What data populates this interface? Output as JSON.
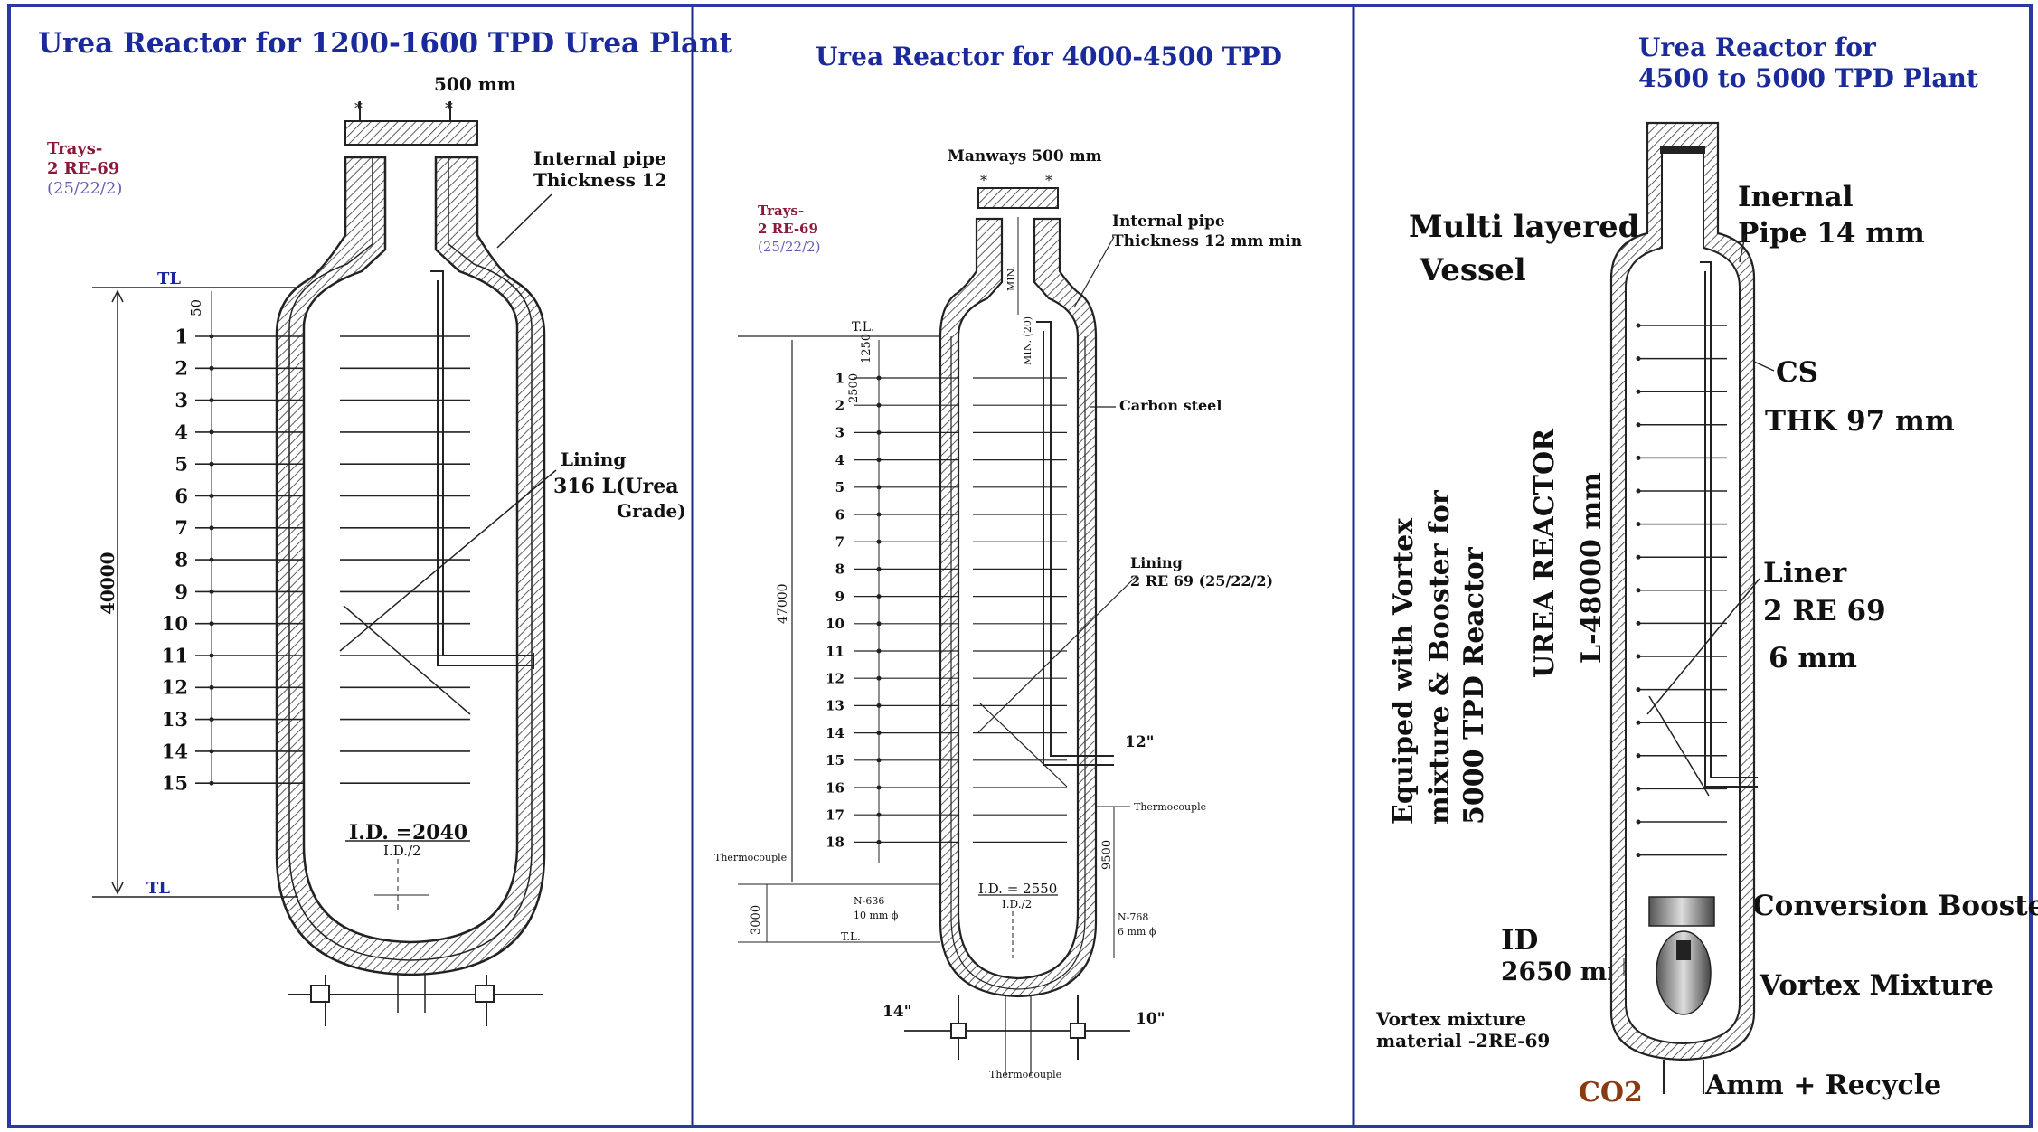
{
  "colors": {
    "frame": "#2a3aa0",
    "divider": "#1e2a88",
    "title": "#1a2a9a",
    "trays": "#8a1838",
    "spec": "#6a5ab8",
    "ink": "#111111",
    "co2": "#8a3a10"
  },
  "panel1": {
    "title": "Urea Reactor for 1200-1600 TPD Urea Plant",
    "manway": "500 mm",
    "trays_title": "Trays-",
    "trays_material": "2 RE-69",
    "trays_spec": "(25/22/2)",
    "internal_pipe_1": "Internal pipe",
    "internal_pipe_2": "Thickness 12",
    "lining_1": "Lining",
    "lining_2": "316 L(Urea",
    "lining_3": "Grade)",
    "tl_top": "TL",
    "tl_bottom": "TL",
    "dim_top": "50",
    "height": "40000",
    "id": "I.D. =2040",
    "id_half": "I.D./2",
    "tray_numbers": [
      "1",
      "2",
      "3",
      "4",
      "5",
      "6",
      "7",
      "8",
      "9",
      "10",
      "11",
      "12",
      "13",
      "14",
      "15"
    ]
  },
  "panel2": {
    "title": "Urea Reactor for 4000-4500 TPD",
    "manways": "Manways  500 mm",
    "trays_title": "Trays-",
    "trays_material": "2 RE-69",
    "trays_spec": "(25/22/2)",
    "internal_pipe_1": "Internal pipe",
    "internal_pipe_2": "Thickness 12 mm min",
    "min_label": "MIN.",
    "min20_label": "MIN. (20)",
    "carbon_steel": "Carbon steel",
    "lining_1": "Lining",
    "lining_2": "2 RE 69 (25/22/2)",
    "tl_top": "T.L.",
    "tl_bottom": "T.L.",
    "dim_1250": "1250",
    "dim_2500": "2500",
    "height": "47000",
    "dim_3000": "3000",
    "dim_9500": "9500",
    "pipe_12": "12\"",
    "thermocouple_right": "Thermocouple",
    "thermocouple_left": "Thermocouple",
    "thermocouple_bottom": "Thermocouple",
    "n636_1": "N-636",
    "n636_2": "10 mm ϕ",
    "n768_1": "N-768",
    "n768_2": "6 mm ϕ",
    "id": "I.D. = 2550",
    "id_half": "I.D./2",
    "nozzle_14": "14\"",
    "nozzle_10": "10\"",
    "tray_numbers": [
      "1",
      "2",
      "3",
      "4",
      "5",
      "6",
      "7",
      "8",
      "9",
      "10",
      "11",
      "12",
      "13",
      "14",
      "15",
      "16",
      "17",
      "18"
    ]
  },
  "panel3": {
    "title_1": "Urea Reactor for",
    "title_2": "4500 to 5000 TPD Plant",
    "multi_1": "Multi layered",
    "multi_2": "Vessel",
    "inernal_1": "Inernal",
    "inernal_2": "Pipe 14 mm",
    "cs": "CS",
    "thk": "THK 97 mm",
    "liner_1": "Liner",
    "liner_2": "2 RE 69",
    "liner_3": "6 mm",
    "equipped_1": "Equiped   with   Vortex",
    "equipped_2": "mixture & Booster for",
    "equipped_3": "5000 TPD Reactor",
    "urea_reactor": "UREA REACTOR",
    "length": "L-48000 mm",
    "conversion_booster": "Conversion Booster",
    "id_1": "ID",
    "id_2": "2650 mm",
    "vortex_mixture": "Vortex Mixture",
    "vortex_material_1": "Vortex mixture",
    "vortex_material_2": "material -2RE-69",
    "co2": "CO2",
    "amm_recycle": "Amm +  Recycle"
  }
}
